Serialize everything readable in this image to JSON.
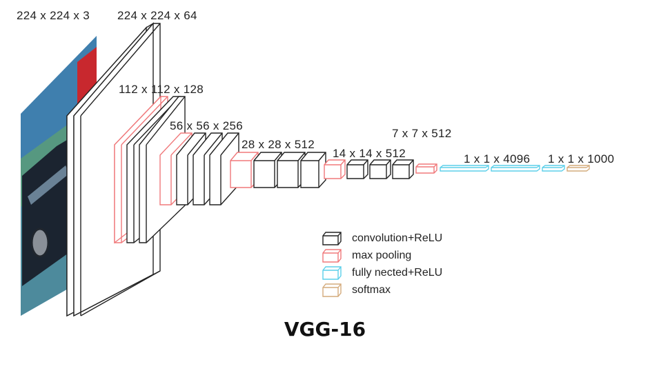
{
  "title": "VGG-16",
  "colors": {
    "conv": "#222222",
    "pool": "#f0787a",
    "fc": "#5ccfea",
    "softmax": "#d4ab7c",
    "input_sky": "#3e7fae",
    "input_ground": "#4f8f5a",
    "input_car": "#1b2430"
  },
  "input_image": {
    "description_icon": "car-photo",
    "dims": "224 x 224 x 3"
  },
  "dimension_labels": {
    "d224x224x3": "224 x 224 x 3",
    "d224x224x64": "224 x 224 x 64",
    "d112x112x128": "112 x 112 x 128",
    "d56x56x256": "56 x 56 x 256",
    "d28x28x512": "28 x 28 x 512",
    "d14x14x512": "14 x 14 x 512",
    "d7x7x512": "7 x 7 x 512",
    "d1x1x4096": "1 x 1 x 4096",
    "d1x1x1000": "1 x 1 x 1000"
  },
  "legend": [
    {
      "kind": "conv",
      "label": "convolution+ReLU"
    },
    {
      "kind": "pool",
      "label": "max pooling"
    },
    {
      "kind": "fc",
      "label": "fully nected+ReLU"
    },
    {
      "kind": "softmax",
      "label": "softmax"
    }
  ]
}
